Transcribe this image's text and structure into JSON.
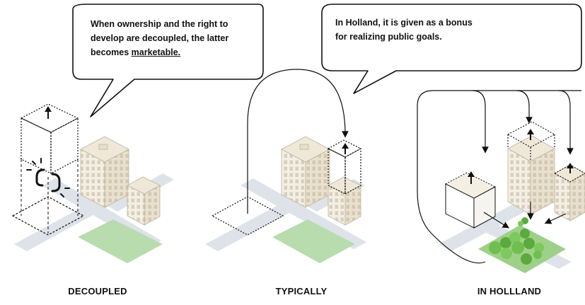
{
  "panels": [
    {
      "caption": "DECOUPLED",
      "bubble": {
        "line1": "When ownership and the right to",
        "line2": "develop are decoupled, the latter",
        "line3_prefix": "becomes ",
        "line3_underlined": "marketable."
      }
    },
    {
      "caption": "TYPICALLY"
    },
    {
      "caption": "IN HOLLLAND",
      "bubble": {
        "line1": "In Holland, it is given as a bonus",
        "line2": "for realizing public goals."
      }
    }
  ],
  "colors": {
    "road": "#dde3e8",
    "park": "#b9dcae",
    "park_dense": "#6fbf4f",
    "building_face": "#f4efe4",
    "building_shade": "#e7dfcd",
    "window": "#d9cfbc",
    "outline": "#111111"
  },
  "icons": [
    "up-arrow-icon",
    "broken-link-icon"
  ]
}
